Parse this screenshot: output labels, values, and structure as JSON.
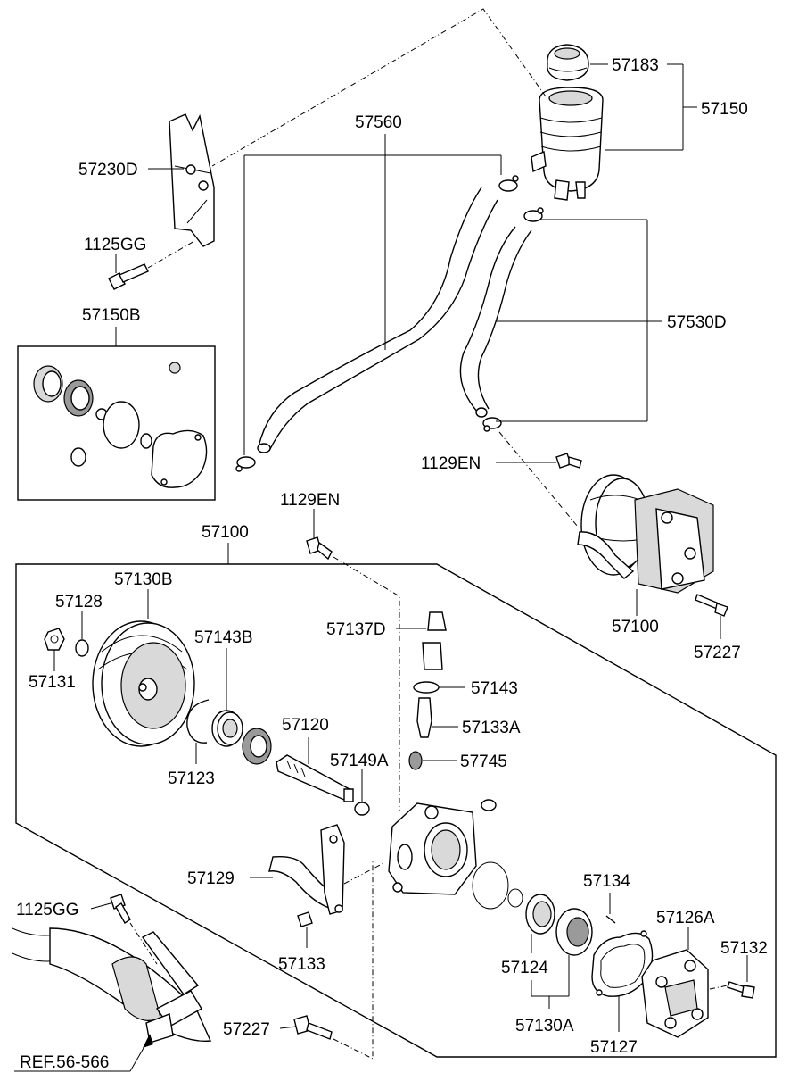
{
  "labels": {
    "l57183": "57183",
    "l57150": "57150",
    "l57560": "57560",
    "l57230D": "57230D",
    "l1125GG_top": "1125GG",
    "l57150B": "57150B",
    "l57530D": "57530D",
    "l1129EN_right": "1129EN",
    "l1129EN_mid": "1129EN",
    "l57100_top": "57100",
    "l57100_right": "57100",
    "l57227_right": "57227",
    "l57130B": "57130B",
    "l57128": "57128",
    "l57131": "57131",
    "l57143B": "57143B",
    "l57137D": "57137D",
    "l57143": "57143",
    "l57133A": "57133A",
    "l57120": "57120",
    "l57149A": "57149A",
    "l57745": "57745",
    "l57123": "57123",
    "l57129": "57129",
    "l57134": "57134",
    "l57126A": "57126A",
    "l57132": "57132",
    "l1125GG_bottom": "1125GG",
    "l57133": "57133",
    "l57124": "57124",
    "l57130A": "57130A",
    "l57227_bottom": "57227",
    "l57127": "57127",
    "ref": "REF.56-566"
  },
  "icons": {
    "reservoir-cap": "cap",
    "reservoir": "reservoir",
    "bracket": "bracket",
    "bolt": "bolt",
    "hose": "hose",
    "hose-clamp": "clamp",
    "seal-kit-box": "kit",
    "pump-assembly": "pump",
    "pulley": "pulley",
    "shaft": "shaft",
    "pump-housing": "housing",
    "cover": "cover",
    "gasket": "gasket",
    "rotor": "rotor",
    "cam-ring": "cam-ring"
  }
}
